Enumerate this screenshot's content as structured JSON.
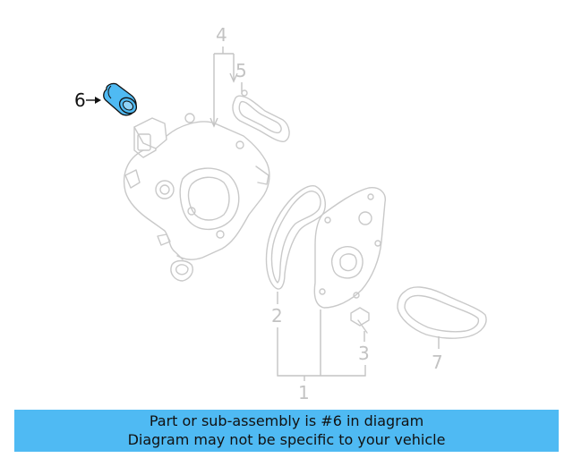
{
  "callouts": {
    "c1": "1",
    "c2": "2",
    "c3": "3",
    "c4": "4",
    "c5": "5",
    "c6": "6",
    "c7": "7"
  },
  "highlighted_part": "6",
  "colors": {
    "highlight": "#4fbaf3",
    "ghost": "#c9c9c9",
    "callout_grey": "#c3c3c3",
    "text": "#111111"
  },
  "banner": {
    "line1": "Part or sub-assembly is #6 in diagram",
    "line2": "Diagram may not be specific to your vehicle"
  }
}
